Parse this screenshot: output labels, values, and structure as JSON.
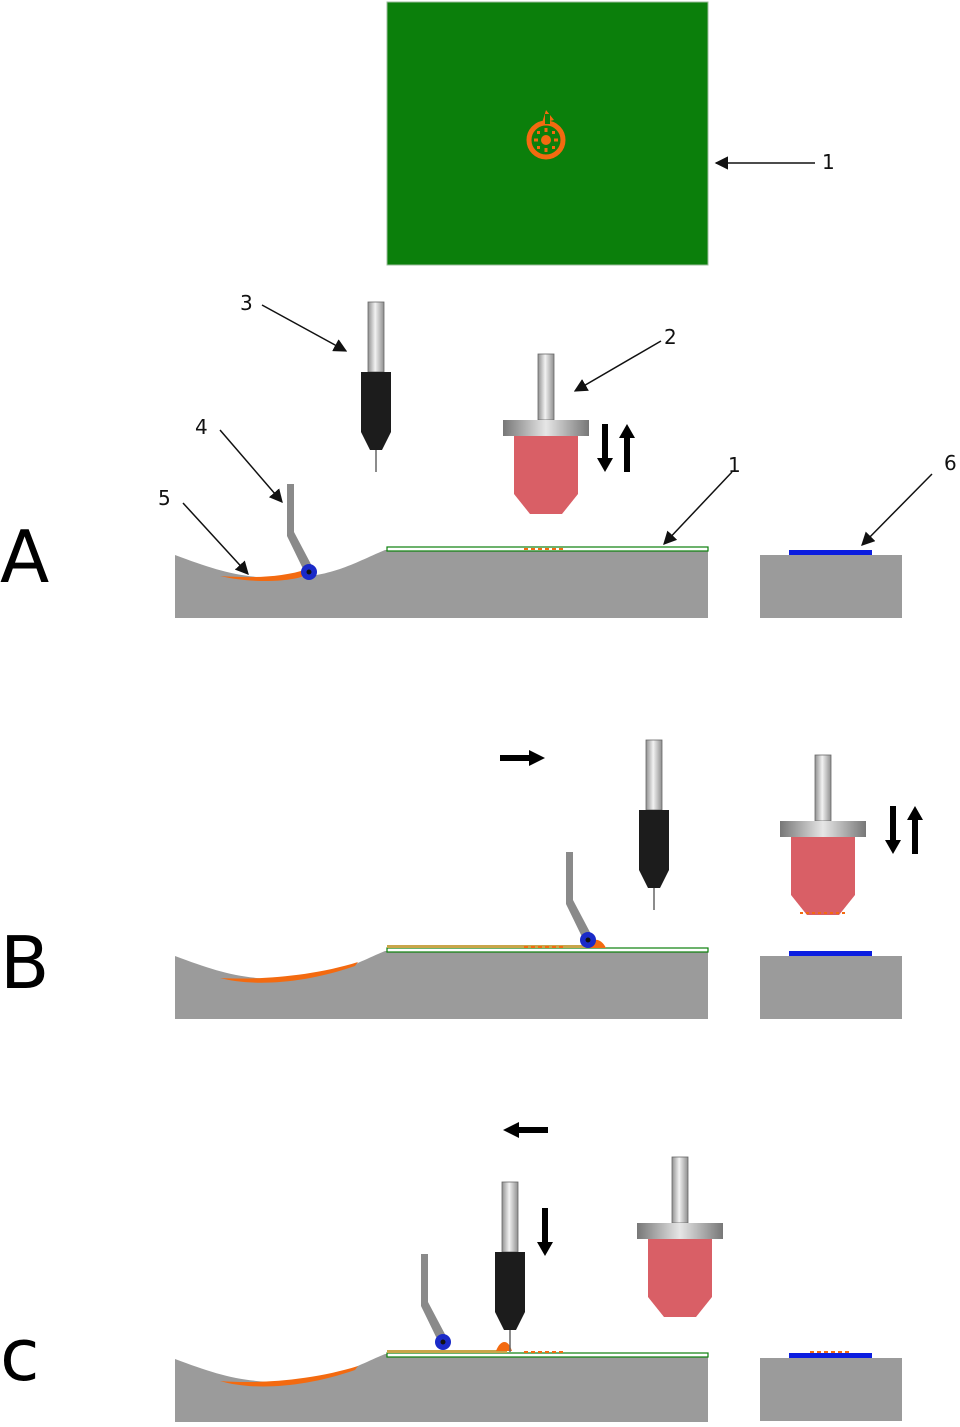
{
  "panels": [
    {
      "id": "A",
      "label": "A"
    },
    {
      "id": "B",
      "label": "B"
    },
    {
      "id": "C",
      "label": "c"
    }
  ],
  "callouts": [
    "1",
    "2",
    "3",
    "4",
    "5",
    "6",
    "1"
  ],
  "colors": {
    "platform": "#9b9b9b",
    "board": "#0b7f0b",
    "paste": "#f36a10",
    "pad": "#0b1de0",
    "nozzle": "#1c1c1c",
    "shaft": "#bcbcbc",
    "pressHead": "#d95f66",
    "flange": "#a9a9a9",
    "wheel": "#1a2ac8",
    "arm": "#8a8a8a",
    "arrow": "#000000"
  },
  "icons": [
    "rotation-icon",
    "up-down-arrows-icon",
    "right-arrow-icon",
    "left-arrow-icon",
    "down-arrow-icon"
  ]
}
